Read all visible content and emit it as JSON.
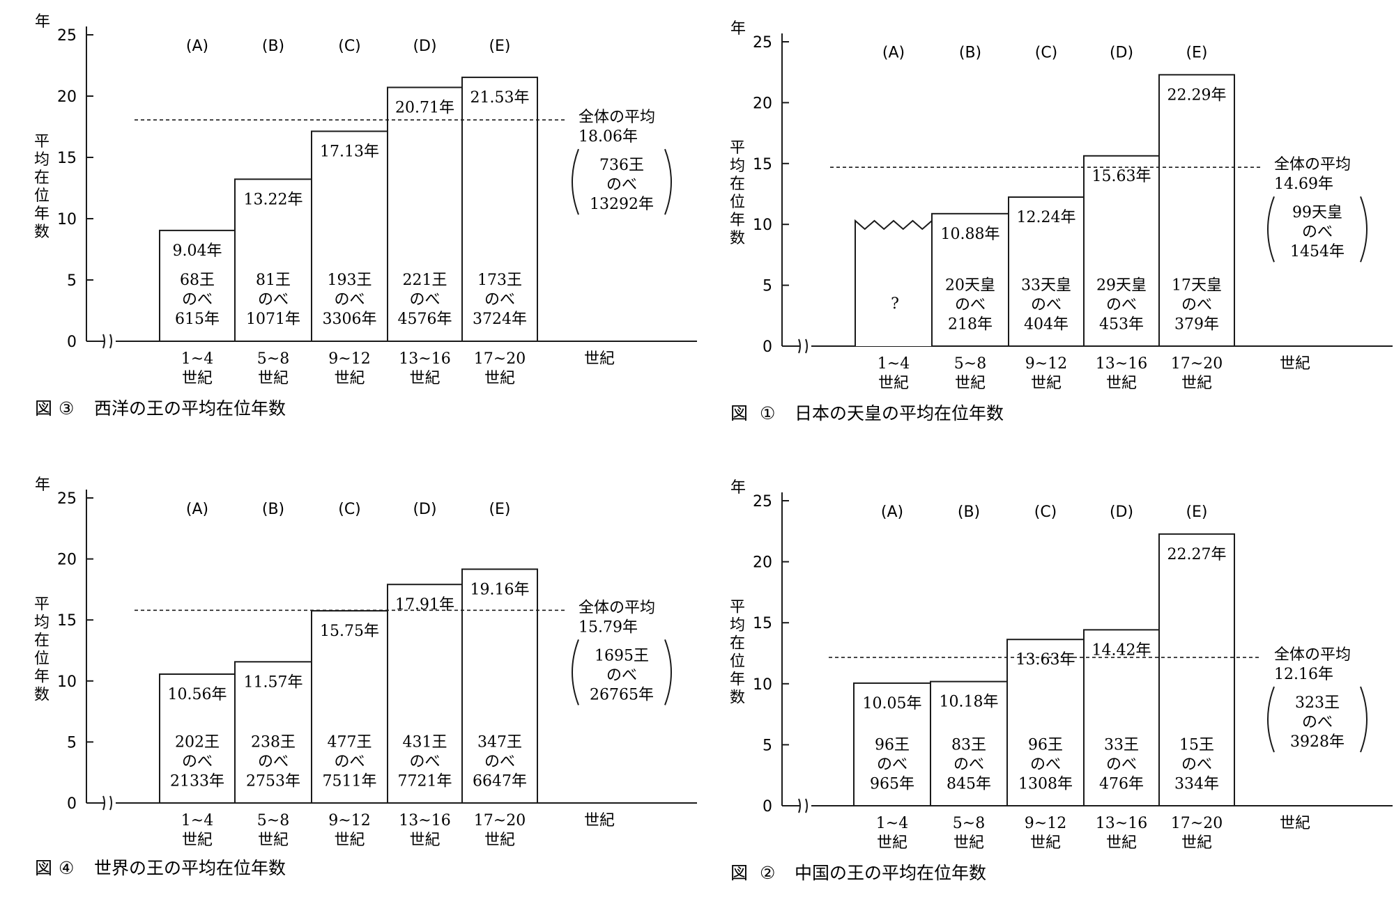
{
  "chart_data": [
    {
      "id": "fig3",
      "type": "bar",
      "caption_prefix": "図",
      "caption_number": "③",
      "caption_title": "西洋の王の平均在位年数",
      "y_unit": "年",
      "ylabel": "平均在位年数",
      "xlabel": "世紀",
      "ylim": [
        0,
        25
      ],
      "yticks": [
        "0",
        "5",
        "10",
        "15",
        "20",
        "25"
      ],
      "categories": [
        "1~4世紀",
        "5~8世紀",
        "9~12世紀",
        "13~16世紀",
        "17~20世紀"
      ],
      "category_lines": [
        [
          "1~4",
          "世紀"
        ],
        [
          "5~8",
          "世紀"
        ],
        [
          "9~12",
          "世紀"
        ],
        [
          "13~16",
          "世紀"
        ],
        [
          "17~20",
          "世紀"
        ]
      ],
      "group_labels": [
        "(A)",
        "(B)",
        "(C)",
        "(D)",
        "(E)"
      ],
      "values": [
        9.04,
        13.22,
        17.13,
        20.71,
        21.53
      ],
      "value_labels": [
        "9.04年",
        "13.22年",
        "17.13年",
        "20.71年",
        "21.53年"
      ],
      "bar_details": [
        [
          "68王",
          "のべ",
          "615年"
        ],
        [
          "81王",
          "のべ",
          "1071年"
        ],
        [
          "193王",
          "のべ",
          "3306年"
        ],
        [
          "221王",
          "のべ",
          "4576年"
        ],
        [
          "173王",
          "のべ",
          "3724年"
        ]
      ],
      "average": 18.06,
      "average_label": "全体の平均",
      "average_value_label": "18.06年",
      "total_lines": [
        "736王",
        "のべ",
        "13292年"
      ],
      "break_first_bar": false,
      "first_bar_note": ""
    },
    {
      "id": "fig1",
      "type": "bar",
      "caption_prefix": "図",
      "caption_number": "①",
      "caption_title": "日本の天皇の平均在位年数",
      "y_unit": "年",
      "ylabel": "平均在位年数",
      "xlabel": "世紀",
      "ylim": [
        0,
        25
      ],
      "yticks": [
        "0",
        "5",
        "10",
        "15",
        "20",
        "25"
      ],
      "categories": [
        "1~4世紀",
        "5~8世紀",
        "9~12世紀",
        "13~16世紀",
        "17~20世紀"
      ],
      "category_lines": [
        [
          "1~4",
          "世紀"
        ],
        [
          "5~8",
          "世紀"
        ],
        [
          "9~12",
          "世紀"
        ],
        [
          "13~16",
          "世紀"
        ],
        [
          "17~20",
          "世紀"
        ]
      ],
      "group_labels": [
        "(A)",
        "(B)",
        "(C)",
        "(D)",
        "(E)"
      ],
      "values": [
        10.3,
        10.88,
        12.24,
        15.63,
        22.29
      ],
      "value_labels": [
        "",
        "10.88年",
        "12.24年",
        "15.63年",
        "22.29年"
      ],
      "bar_details": [
        [],
        [
          "20天皇",
          "のべ",
          "218年"
        ],
        [
          "33天皇",
          "のべ",
          "404年"
        ],
        [
          "29天皇",
          "のべ",
          "453年"
        ],
        [
          "17天皇",
          "のべ",
          "379年"
        ]
      ],
      "average": 14.69,
      "average_label": "全体の平均",
      "average_value_label": "14.69年",
      "total_lines": [
        "99天皇",
        "のべ",
        "1454年"
      ],
      "break_first_bar": true,
      "first_bar_note": "?"
    },
    {
      "id": "fig4",
      "type": "bar",
      "caption_prefix": "図",
      "caption_number": "④",
      "caption_title": "世界の王の平均在位年数",
      "y_unit": "年",
      "ylabel": "平均在位年数",
      "xlabel": "世紀",
      "ylim": [
        0,
        25
      ],
      "yticks": [
        "0",
        "5",
        "10",
        "15",
        "20",
        "25"
      ],
      "categories": [
        "1~4世紀",
        "5~8世紀",
        "9~12世紀",
        "13~16世紀",
        "17~20世紀"
      ],
      "category_lines": [
        [
          "1~4",
          "世紀"
        ],
        [
          "5~8",
          "世紀"
        ],
        [
          "9~12",
          "世紀"
        ],
        [
          "13~16",
          "世紀"
        ],
        [
          "17~20",
          "世紀"
        ]
      ],
      "group_labels": [
        "(A)",
        "(B)",
        "(C)",
        "(D)",
        "(E)"
      ],
      "values": [
        10.56,
        11.57,
        15.75,
        17.91,
        19.16
      ],
      "value_labels": [
        "10.56年",
        "11.57年",
        "15.75年",
        "17.91年",
        "19.16年"
      ],
      "bar_details": [
        [
          "202王",
          "のべ",
          "2133年"
        ],
        [
          "238王",
          "のべ",
          "2753年"
        ],
        [
          "477王",
          "のべ",
          "7511年"
        ],
        [
          "431王",
          "のべ",
          "7721年"
        ],
        [
          "347王",
          "のべ",
          "6647年"
        ]
      ],
      "average": 15.79,
      "average_label": "全体の平均",
      "average_value_label": "15.79年",
      "total_lines": [
        "1695王",
        "のべ",
        "26765年"
      ],
      "break_first_bar": false,
      "first_bar_note": ""
    },
    {
      "id": "fig2",
      "type": "bar",
      "caption_prefix": "図",
      "caption_number": "②",
      "caption_title": "中国の王の平均在位年数",
      "y_unit": "年",
      "ylabel": "平均在位年数",
      "xlabel": "世紀",
      "ylim": [
        0,
        25
      ],
      "yticks": [
        "0",
        "5",
        "10",
        "15",
        "20",
        "25"
      ],
      "categories": [
        "1~4世紀",
        "5~8世紀",
        "9~12世紀",
        "13~16世紀",
        "17~20世紀"
      ],
      "category_lines": [
        [
          "1~4",
          "世紀"
        ],
        [
          "5~8",
          "世紀"
        ],
        [
          "9~12",
          "世紀"
        ],
        [
          "13~16",
          "世紀"
        ],
        [
          "17~20",
          "世紀"
        ]
      ],
      "group_labels": [
        "(A)",
        "(B)",
        "(C)",
        "(D)",
        "(E)"
      ],
      "values": [
        10.05,
        10.18,
        13.63,
        14.42,
        22.27
      ],
      "value_labels": [
        "10.05年",
        "10.18年",
        "13.63年",
        "14.42年",
        "22.27年"
      ],
      "bar_details": [
        [
          "96王",
          "のべ",
          "965年"
        ],
        [
          "83王",
          "のべ",
          "845年"
        ],
        [
          "96王",
          "のべ",
          "1308年"
        ],
        [
          "33王",
          "のべ",
          "476年"
        ],
        [
          "15王",
          "のべ",
          "334年"
        ]
      ],
      "average": 12.16,
      "average_label": "全体の平均",
      "average_value_label": "12.16年",
      "total_lines": [
        "323王",
        "のべ",
        "3928年"
      ],
      "break_first_bar": false,
      "first_bar_note": ""
    }
  ]
}
